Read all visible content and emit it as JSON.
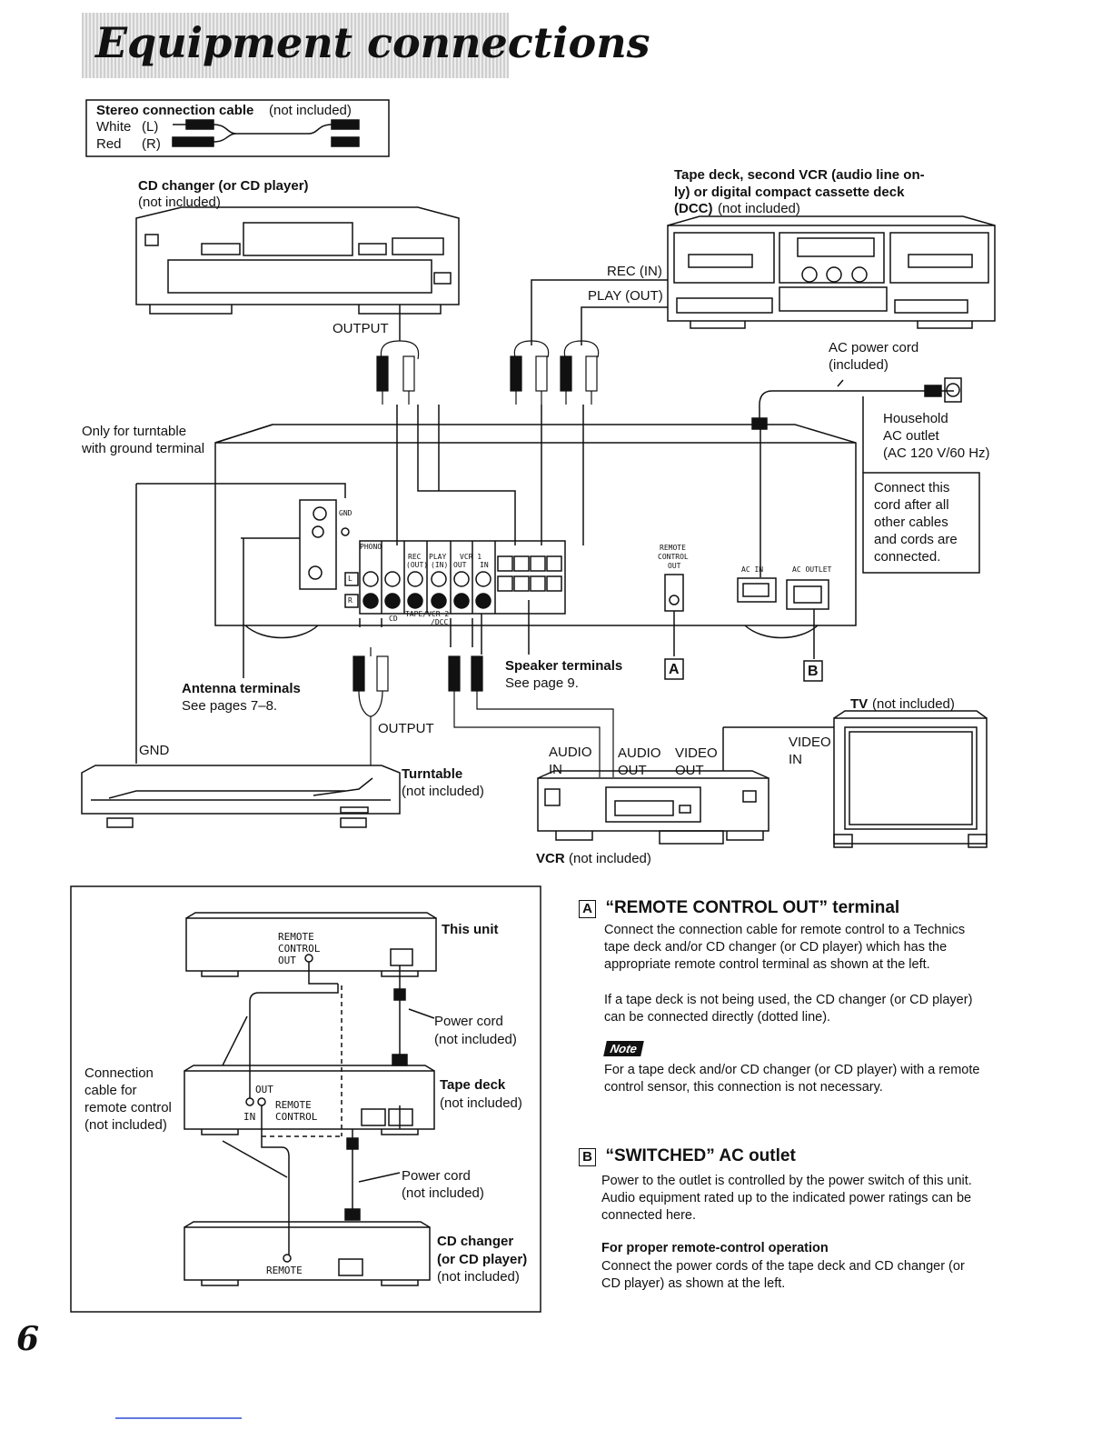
{
  "page": {
    "title": "Equipment connections",
    "page_number": "6"
  },
  "cable_legend": {
    "heading": "Stereo connection cable",
    "heading_note": "(not included)",
    "white_label": "White",
    "white_channel": "(L)",
    "red_label": "Red",
    "red_channel": "(R)"
  },
  "cd_changer": {
    "label": "CD changer (or CD player)",
    "note": "(not included)",
    "output": "OUTPUT"
  },
  "tape_deck": {
    "label_1": "Tape deck, second VCR (audio line on-",
    "label_2": "ly) or digital compact cassette deck",
    "label_3": "(DCC)",
    "note": "(not included)",
    "rec_in": "REC (IN)",
    "play_out": "PLAY (OUT)"
  },
  "ac_power": {
    "cord_1": "AC power cord",
    "cord_2": "(included)",
    "outlet_1": "Household",
    "outlet_2": "AC outlet",
    "outlet_3": "(AC 120 V/60 Hz)",
    "connect_1": "Connect this",
    "connect_2": "cord after all",
    "connect_3": "other cables",
    "connect_4": "and cords are",
    "connect_5": "connected."
  },
  "turntable_note": {
    "line_1": "Only for turntable",
    "line_2": "with ground terminal"
  },
  "rear_panel": {
    "gnd": "GND",
    "phono": "PHONO",
    "rec": "REC",
    "out": "(OUT)",
    "play": "PLAY",
    "in": "(IN)",
    "vcr1": "VCR 1",
    "vcr_out": "OUT",
    "vcr_in": "IN",
    "l": "L",
    "r": "R",
    "cd": "CD",
    "tape": "TAPE/VCR 2",
    "dcc": "/DCC",
    "remote": "REMOTE",
    "control": "CONTROL",
    "remote_out": "OUT",
    "ac_in": "AC IN",
    "ac_outlet": "AC OUTLET"
  },
  "antenna": {
    "label": "Antenna terminals",
    "see": "See pages 7–8."
  },
  "speaker": {
    "label": "Speaker terminals",
    "see": "See page 9."
  },
  "markers": {
    "a": "A",
    "b": "B"
  },
  "turntable": {
    "gnd": "GND",
    "output": "OUTPUT",
    "label": "Turntable",
    "note": "(not included)"
  },
  "vcr": {
    "audio_in_1": "AUDIO",
    "audio_in_2": "IN",
    "audio_out_1": "AUDIO",
    "audio_out_2": "OUT",
    "video_out_1": "VIDEO",
    "video_out_2": "OUT",
    "label": "VCR",
    "note": "(not included)"
  },
  "tv": {
    "label": "TV",
    "note": "(not included)",
    "video_in_1": "VIDEO",
    "video_in_2": "IN"
  },
  "remote_diagram": {
    "this_unit": "This unit",
    "remote": "REMOTE",
    "control": "CONTROL",
    "out": "OUT",
    "power_cord_1": "Power cord",
    "power_cord_note_1": "(not included)",
    "tape_deck": "Tape deck",
    "tape_deck_note": "(not included)",
    "conn_1": "Connection",
    "conn_2": "cable for",
    "conn_3": "remote control",
    "conn_4": "(not included)",
    "deck_out": "OUT",
    "deck_in": "IN",
    "deck_remote": "REMOTE",
    "deck_control": "CONTROL",
    "power_cord_2": "Power cord",
    "power_cord_note_2": "(not included)",
    "cd_1": "CD changer",
    "cd_2": "(or CD player)",
    "cd_3": "(not included)",
    "cd_remote": "REMOTE"
  },
  "section_a": {
    "letter": "A",
    "heading": "“REMOTE CONTROL OUT” terminal",
    "para_1": "Connect the connection cable for remote control to a Technics tape deck and/or CD changer (or CD player) which has the appropriate remote control terminal as shown at the left.",
    "para_2": "If a tape deck is not being used, the CD changer (or CD player) can be connected directly (dotted line).",
    "note_label": "Note",
    "note_text": "For a tape deck and/or CD changer (or CD player) with a remote control sensor, this connection is not necessary."
  },
  "section_b": {
    "letter": "B",
    "heading": "“SWITCHED” AC outlet",
    "para_1": "Power to the outlet is controlled by the power switch of this unit. Audio equipment rated up to the indicated power ratings can be connected here.",
    "subheading": "For proper remote-control operation",
    "para_2": "Connect the power cords of the tape deck and CD changer (or CD player) as shown at the left."
  }
}
